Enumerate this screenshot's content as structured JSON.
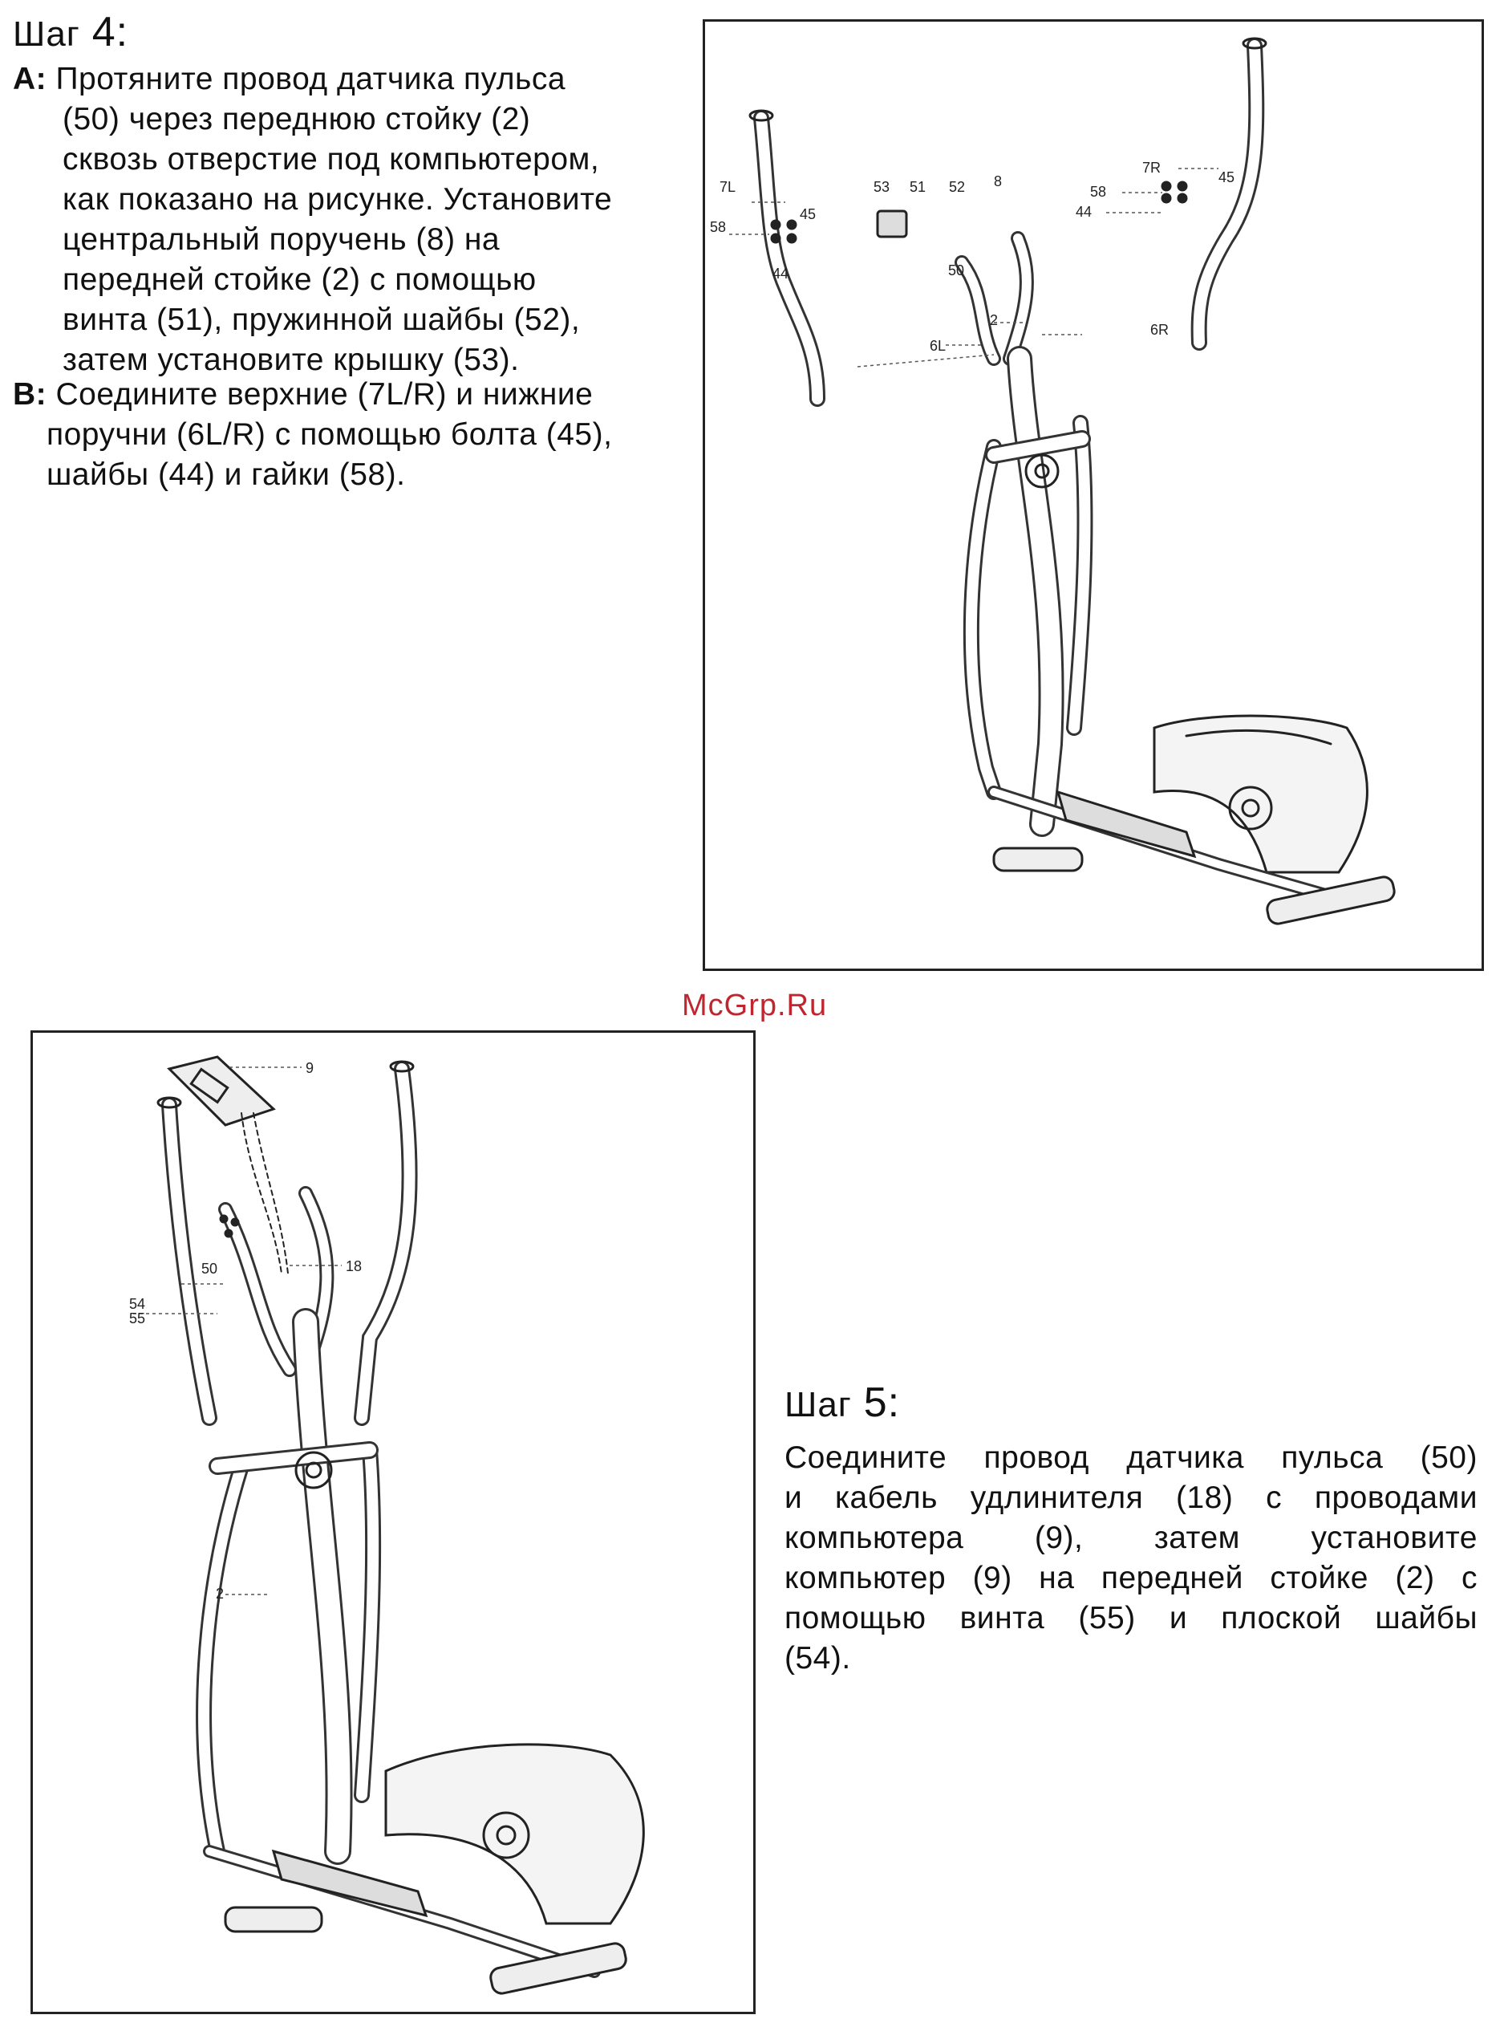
{
  "watermark": "McGrp.Ru",
  "step4": {
    "title_word": "Шаг",
    "title_num": "4:",
    "a_label": "А:",
    "a_lines": [
      "Протяните провод датчика пульса",
      "(50) через переднюю стойку (2)",
      "сквозь отверстие под компьютером,",
      "как показано на рисунке. Установите",
      "центральный поручень (8) на",
      "передней стойке (2) с помощью",
      "винта (51), пружинной шайбы (52),",
      "затем установите крышку (53)."
    ],
    "b_label": "В:",
    "b_lines": [
      "Соедините верхние (7L/R) и нижние",
      "поручни (6L/R) с помощью болта (45),",
      "шайбы (44) и гайки (58)."
    ],
    "diagram_labels": {
      "l7L": "7L",
      "l45a": "45",
      "l58a": "58",
      "l44a": "44",
      "l53": "53",
      "l51": "51",
      "l52": "52",
      "l8": "8",
      "l50": "50",
      "l7R": "7R",
      "l45b": "45",
      "l58b": "58",
      "l44b": "44",
      "l2": "2",
      "l6L": "6L",
      "l6R": "6R"
    }
  },
  "step5": {
    "title_word": "Шаг",
    "title_num": "5:",
    "lines": [
      "Соедините провод датчика пульса (50)",
      "и кабель удлинителя (18) с проводами",
      "компьютера (9), затем установите",
      "компьютер (9) на передней стойке (2) с",
      "помощью винта (55) и плоской шайбы",
      "(54)."
    ],
    "diagram_labels": {
      "l9": "9",
      "l50": "50",
      "l18": "18",
      "l54": "54",
      "l55": "55",
      "l2": "2"
    }
  }
}
